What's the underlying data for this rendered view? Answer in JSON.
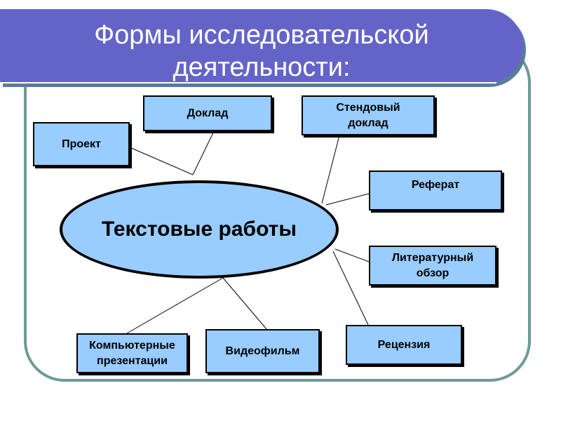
{
  "title": "Формы исследовательской\nдеятельности:",
  "center": "Текстовые работы",
  "nodes": {
    "doklad": "Доклад",
    "stendovy": "Стендовый\nдоклад",
    "proekt": "Проект",
    "referat": "Реферат",
    "literaturny": "Литературный\nобзор",
    "kompyuternye": "Компьютерные\nпрезентации",
    "videofilm": "Видеофильм",
    "retsenziya": "Рецензия"
  },
  "colors": {
    "banner": "#6464c8",
    "node_fill": "#99ccff",
    "frame": "#6f9a97"
  }
}
